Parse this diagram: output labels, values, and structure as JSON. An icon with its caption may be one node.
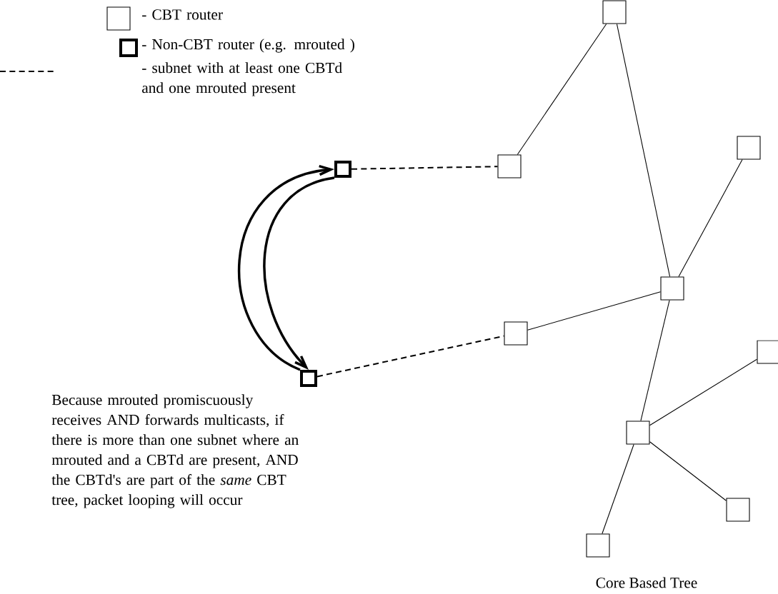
{
  "diagram": {
    "nodes": [
      {
        "text": [],
        "shape": "box"
      },
      {
        "text": [],
        "shape": "box"
      },
      {
        "text": [],
        "shape": "box"
      },
      {
        "text": [],
        "shape": "box"
      },
      {
        "text": [],
        "shape": "box"
      },
      {
        "text": [],
        "shape": "box"
      },
      {
        "text": [],
        "shape": "box"
      },
      {
        "text": [],
        "shape": "box"
      },
      {
        "text": [],
        "shape": "box"
      },
      {
        "text": [],
        "shape": "box"
      },
      {
        "text": [],
        "shape": "box"
      }
    ],
    "edges": [
      {
        "from": 0,
        "to": 2,
        "arrow": "none",
        "style": "dashed"
      },
      {
        "from": 1,
        "to": 6,
        "arrow": "none",
        "style": "dashed"
      },
      {
        "from": 2,
        "to": 3,
        "arrow": "none"
      },
      {
        "from": 3,
        "to": 5,
        "arrow": "none"
      },
      {
        "from": 4,
        "to": 5,
        "arrow": "none"
      },
      {
        "from": 6,
        "to": 5,
        "arrow": "none"
      },
      {
        "from": 5,
        "to": 8,
        "arrow": "none"
      },
      {
        "from": 7,
        "to": 8,
        "arrow": "none"
      },
      {
        "from": 8,
        "to": 9,
        "arrow": "none"
      },
      {
        "from": 8,
        "to": 10,
        "arrow": "none"
      },
      {
        "from": 1,
        "to": 0,
        "arrow": "to",
        "style": "thick"
      },
      {
        "from": 0,
        "to": 1,
        "arrow": "to",
        "style": "thick"
      }
    ],
    "labels": [
      "Because mrouted promiscuously receives AND forwards multicasts, if there is more than one subnet where an mrouted and a CBTd are present, AND the CBTd's are part of the *same* CBT tree, packet looping will occur",
      "Core Based Tree"
    ],
    "legend": [
      {
        "text": "- CBT router"
      },
      {
        "text": "- Non-CBT router (e.g. mrouted )"
      },
      {
        "text": "- subnet with at least one CBTd and one mrouted present"
      }
    ]
  }
}
